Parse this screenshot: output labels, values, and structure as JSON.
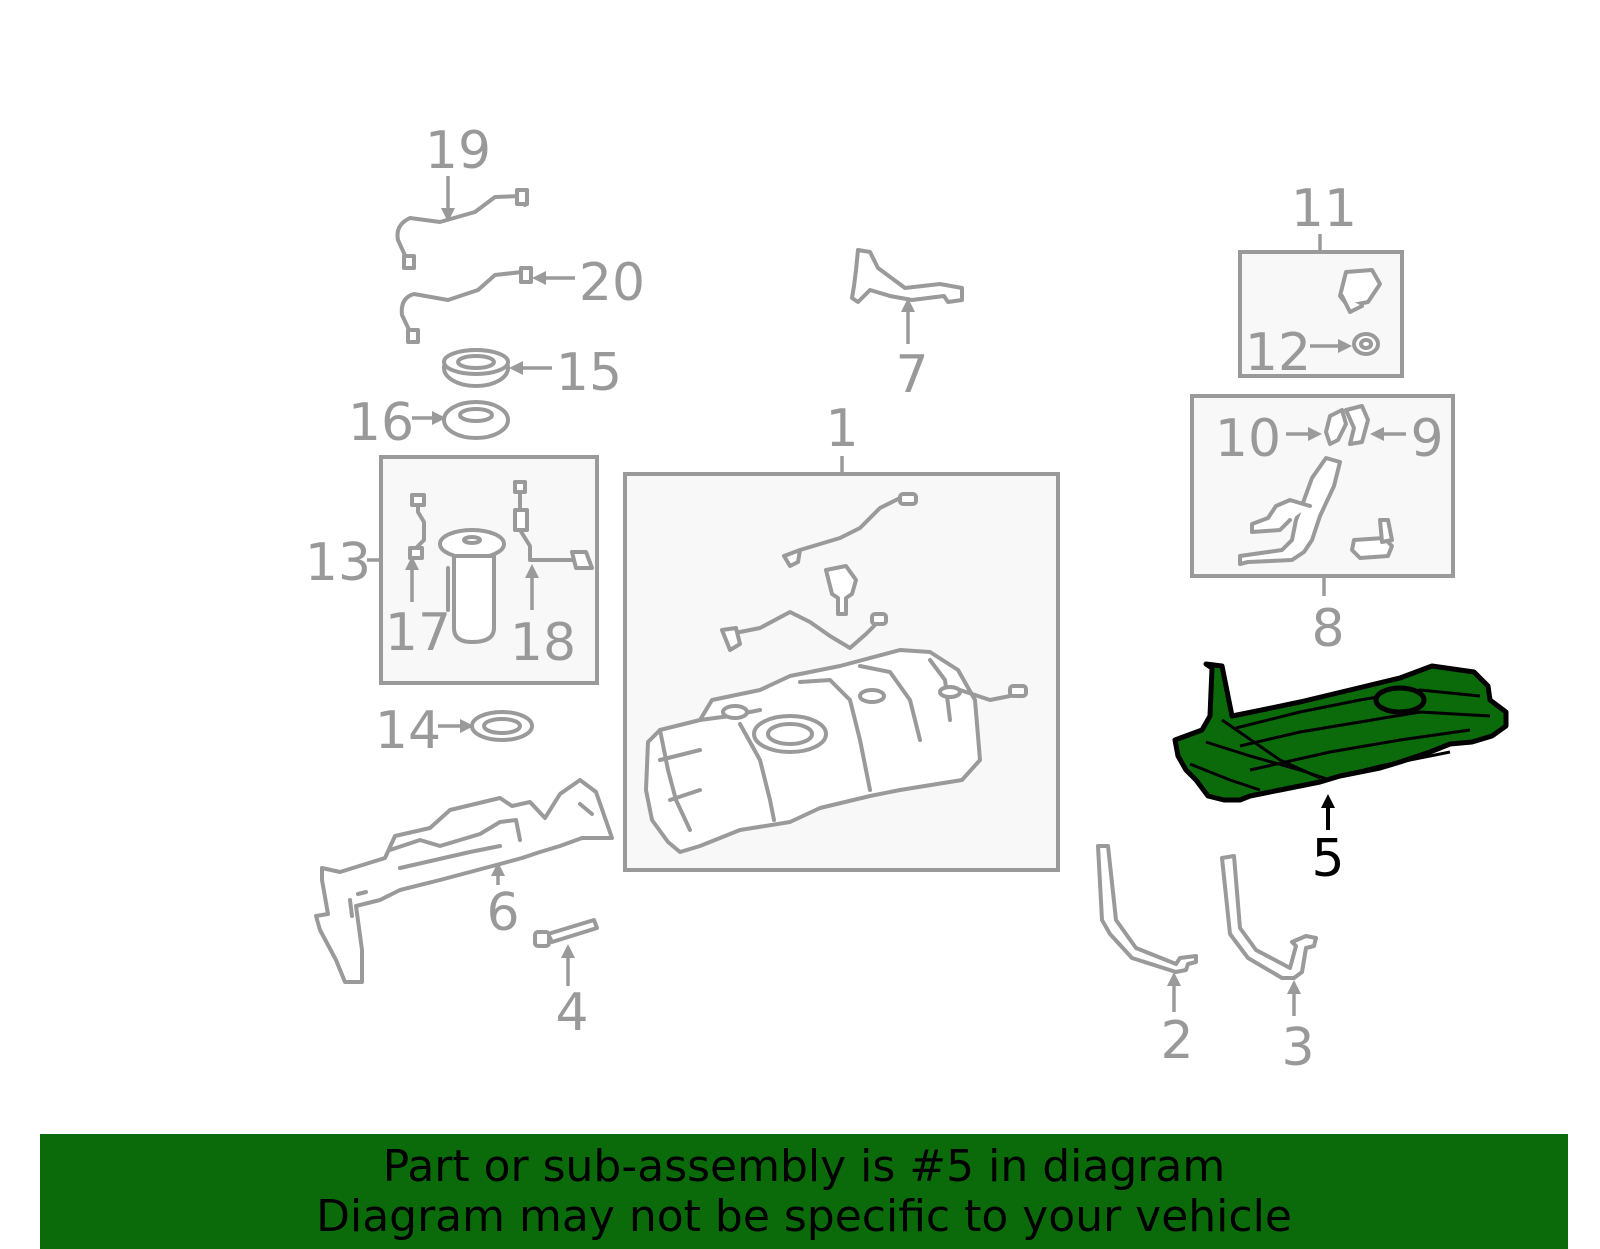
{
  "colors": {
    "highlight": "#0b6b0b",
    "callout_gray": "#999999",
    "outline_gray": "#9a9a9a",
    "box_fill": "#f8f8f8"
  },
  "highlighted_part": "5",
  "callouts": {
    "c1": "1",
    "c2": "2",
    "c3": "3",
    "c4": "4",
    "c5": "5",
    "c6": "6",
    "c7": "7",
    "c8": "8",
    "c9": "9",
    "c10": "10",
    "c11": "11",
    "c12": "12",
    "c13": "13",
    "c14": "14",
    "c15": "15",
    "c16": "16",
    "c17": "17",
    "c18": "18",
    "c19": "19",
    "c20": "20"
  },
  "banner": {
    "line1": "Part or sub-assembly is #5 in diagram",
    "line2": "Diagram may not be specific to your vehicle"
  }
}
